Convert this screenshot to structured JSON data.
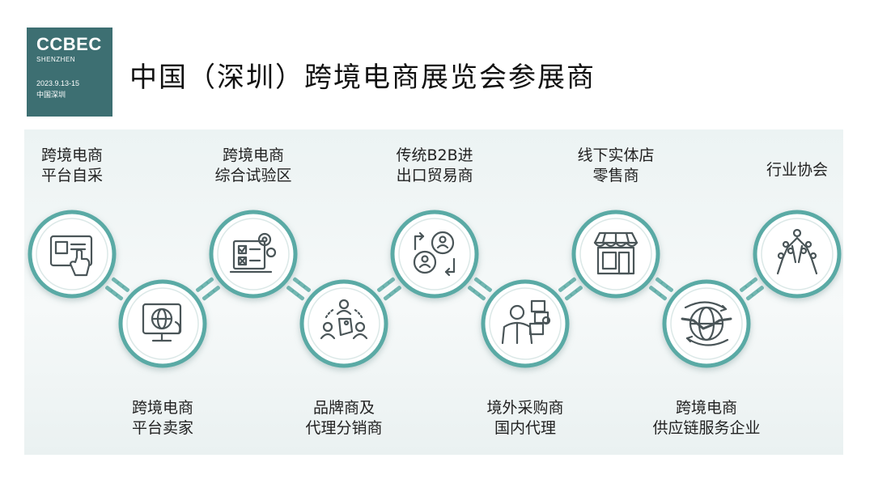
{
  "logo": {
    "brand": "CCBEC",
    "city": "SHENZHEN",
    "date": "2023.9.13-15",
    "place": "中国深圳"
  },
  "title": "中国（深圳）跨境电商展览会参展商",
  "colors": {
    "teal": "#5aaaa5",
    "teal_dark": "#3d6f72",
    "icon": "#4a5558",
    "panel_bg": "#eef4f4"
  },
  "nodes": [
    {
      "lines": [
        "跨境电商",
        "平台自采"
      ],
      "icon": "touch-screen-icon"
    },
    {
      "lines": [
        "跨境电商",
        "平台卖家"
      ],
      "icon": "globe-monitor-icon"
    },
    {
      "lines": [
        "跨境电商",
        "综合试验区"
      ],
      "icon": "checklist-gears-icon"
    },
    {
      "lines": [
        "品牌商及",
        "代理分销商"
      ],
      "icon": "people-tag-icon"
    },
    {
      "lines": [
        "传统B2B进",
        "出口贸易商"
      ],
      "icon": "people-exchange-icon"
    },
    {
      "lines": [
        "境外采购商",
        "国内代理"
      ],
      "icon": "buyer-boxes-icon"
    },
    {
      "lines": [
        "线下实体店",
        "零售商"
      ],
      "icon": "storefront-icon"
    },
    {
      "lines": [
        "跨境电商",
        "供应链服务企业"
      ],
      "icon": "handshake-globe-icon"
    },
    {
      "lines": [
        "行业协会"
      ],
      "icon": "association-network-icon"
    }
  ]
}
